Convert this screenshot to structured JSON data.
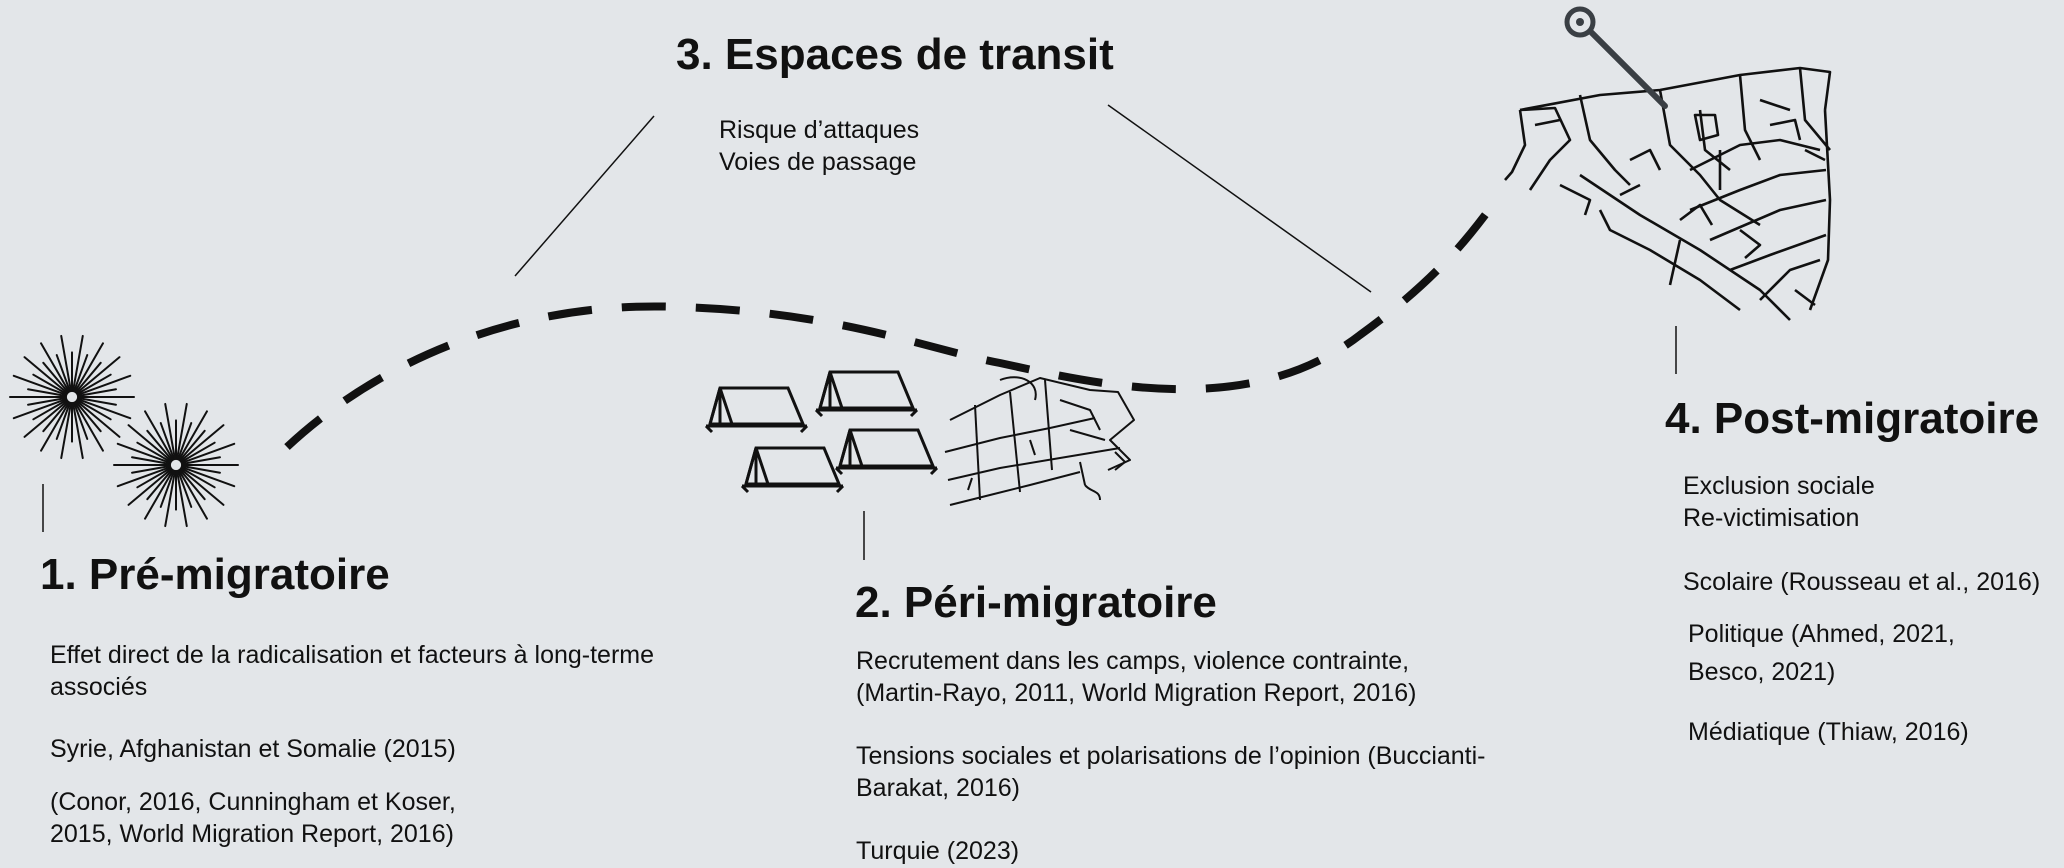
{
  "stages": {
    "pre": {
      "title": "1. Pré-migratoire",
      "line1": "Effet direct de la radicalisation et facteurs à long-terme",
      "line2": "associés",
      "countries": "Syrie, Afghanistan et Somalie (2015)",
      "ref1": "(Conor, 2016, Cunningham et Koser,",
      "ref2": "2015, World Migration Report, 2016)"
    },
    "peri": {
      "title": "2. Péri-migratoire",
      "line1": "Recrutement dans les camps, violence contrainte,",
      "line2": "(Martin-Rayo, 2011, World Migration Report, 2016)",
      "line3": "Tensions sociales et polarisations de l’opinion (Buccianti-",
      "line4": "Barakat, 2016)",
      "country": "Turquie (2023)"
    },
    "transit": {
      "title": "3. Espaces de transit",
      "line1": "Risque d’attaques",
      "line2": "Voies de passage"
    },
    "post": {
      "title": "4. Post-migratoire",
      "line1": "Exclusion sociale",
      "line2": "Re-victimisation",
      "school": "Scolaire (Rousseau et al., 2016)",
      "political1": "Politique (Ahmed, 2021,",
      "political2": "Besco, 2021)",
      "media": "Médiatique (Thiaw, 2016)"
    }
  },
  "icons": {
    "explosion": "explosion-icon",
    "tent": "tent-icon",
    "street_map": "street-map-icon",
    "location_pin": "map-pin-icon"
  },
  "colors": {
    "background": "#e3e6e9",
    "ink": "#111111",
    "pin": "#3a3f44"
  }
}
